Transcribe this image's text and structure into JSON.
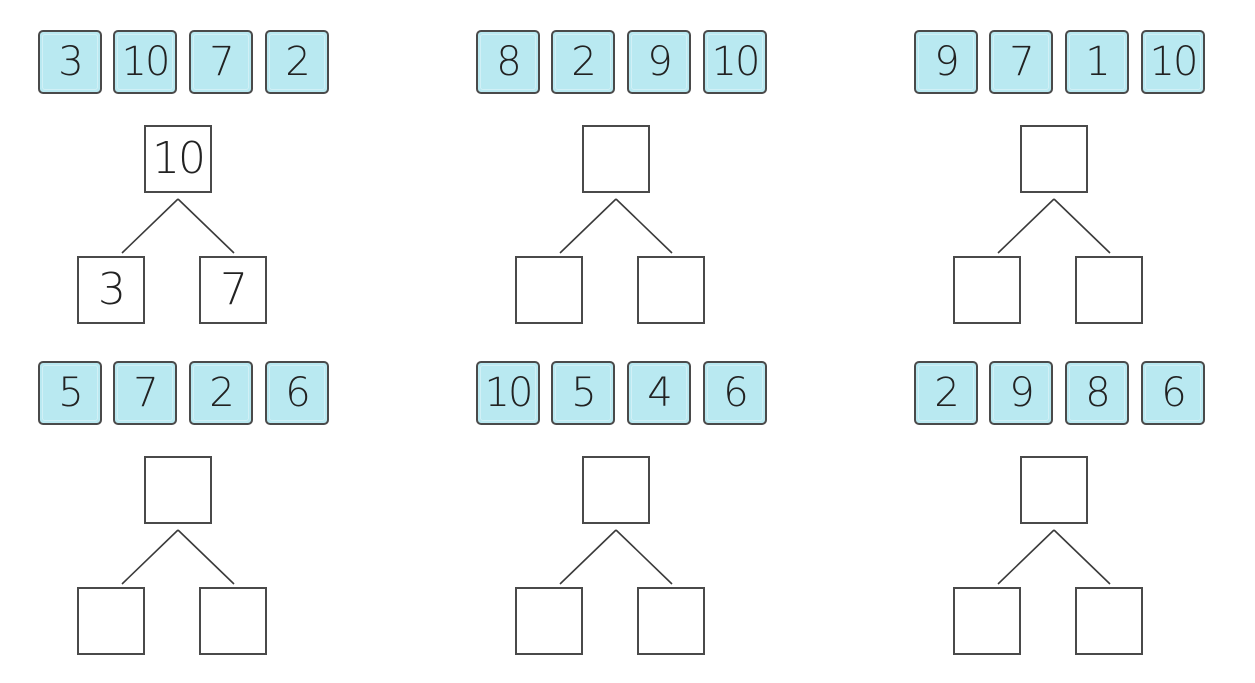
{
  "panels": [
    {
      "tiles": [
        "3",
        "10",
        "7",
        "2"
      ],
      "top": "10",
      "left": "3",
      "right": "7"
    },
    {
      "tiles": [
        "8",
        "2",
        "9",
        "10"
      ],
      "top": "",
      "left": "",
      "right": ""
    },
    {
      "tiles": [
        "9",
        "7",
        "1",
        "10"
      ],
      "top": "",
      "left": "",
      "right": ""
    },
    {
      "tiles": [
        "5",
        "7",
        "2",
        "6"
      ],
      "top": "",
      "left": "",
      "right": ""
    },
    {
      "tiles": [
        "10",
        "5",
        "4",
        "6"
      ],
      "top": "",
      "left": "",
      "right": ""
    },
    {
      "tiles": [
        "2",
        "9",
        "8",
        "6"
      ],
      "top": "",
      "left": "",
      "right": ""
    }
  ],
  "colors": {
    "tile_fill": "#b9e9f1",
    "outline": "#4a4a4a",
    "text": "#222222"
  }
}
